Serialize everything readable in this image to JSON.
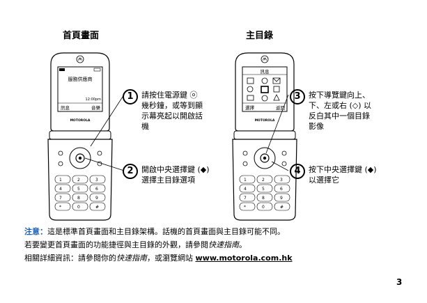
{
  "left_title": "首頁畫面",
  "right_title": "主目錄",
  "home_screen": {
    "brand_logo": "motorola-logo",
    "operator_name": "服務供應商",
    "time": "12:00pm",
    "left_softkey": "訊息",
    "right_softkey": "音樂",
    "brand_text": "MOTOROLA"
  },
  "menu_screen": {
    "brand_logo": "motorola-logo",
    "header": "訊息",
    "left_softkey": "選擇",
    "right_softkey": "返回",
    "brand_text": "MOTOROLA"
  },
  "keypad": {
    "keys": [
      "1",
      "2",
      "3",
      "4",
      "5",
      "6",
      "7",
      "8",
      "9",
      "*",
      "0",
      "#"
    ]
  },
  "steps": [
    {
      "number": "1",
      "lines": [
        "請按住電源鍵 ⓞ",
        "幾秒鐘，或等到顯",
        "示幕亮起以開啟話",
        "機"
      ]
    },
    {
      "number": "2",
      "lines": [
        "開啟中央選擇鍵 (◆)",
        "選擇主目錄選項"
      ]
    },
    {
      "number": "3",
      "lines": [
        "按下導覽鍵向上、",
        "下、左或右 (◇) 以",
        "反白其中一個目錄",
        "影像"
      ]
    },
    {
      "number": "4",
      "lines": [
        "按下中央選擇鍵 (◆)",
        "以選擇它"
      ]
    }
  ],
  "notes": {
    "label": "注意：",
    "line1": "這是標準首頁畫面和主目錄架構。話機的首頁畫面與主目錄可能不同。",
    "line2_pre": "若要變更首頁畫面的功能捷徑與主目錄的外觀，請參閱",
    "line2_italic": "快速指南",
    "line2_post": "。",
    "line3_pre": "相關詳細資訊：請參閱你的",
    "line3_italic": "快速指南",
    "line3_mid": "，或瀏覽網站 ",
    "line3_url": "www.motorola.com.hk"
  },
  "page_number": "3"
}
